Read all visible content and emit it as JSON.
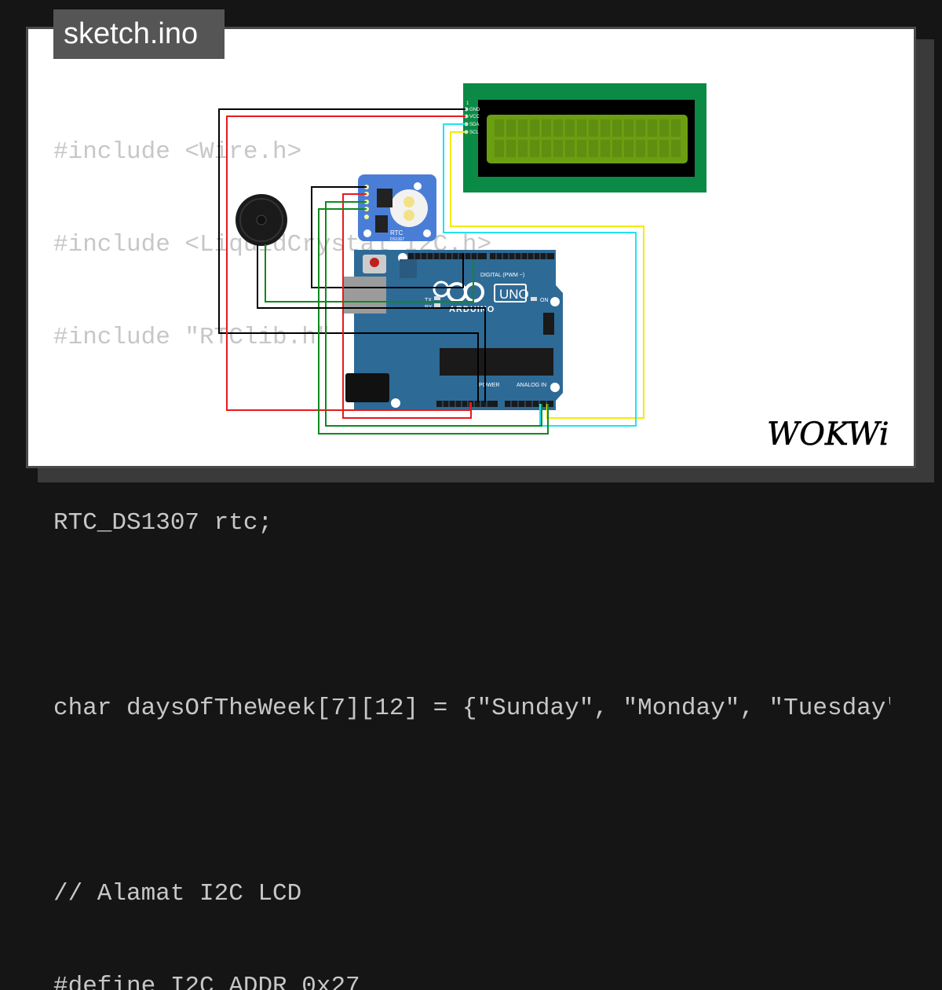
{
  "window": {
    "tab_title": "sketch.ino"
  },
  "code_lines": [
    "#include <Wire.h>",
    "#include <LiquidCrystal_I2C.h>",
    "#include \"RTClib.h\"",
    "",
    "RTC_DS1307 rtc;",
    "",
    "char daysOfTheWeek[7][12] = {\"Sunday\", \"Monday\", \"Tuesday\"",
    "",
    "// Alamat I2C LCD",
    "#define I2C_ADDR 0x27"
  ],
  "lcd": {
    "pins": [
      "GND",
      "VCC",
      "SDA",
      "SCL"
    ]
  },
  "rtc": {
    "label": "RTC",
    "chip": "DS1307"
  },
  "arduino": {
    "brand": "ARDUINO",
    "model": "UNO",
    "digital_label": "DIGITAL (PWM ~)",
    "power_label": "POWER",
    "analog_label": "ANALOG IN",
    "tx": "TX",
    "rx": "RX",
    "on": "ON"
  },
  "brand_logo": "WOKWi",
  "colors": {
    "board": "#2e6a96",
    "lcd_pcb": "#0b8a45",
    "lcd_screen": "#6c9e12",
    "rtc_board": "#4a7ed6",
    "wire_black": "#000000",
    "wire_red": "#e8191e",
    "wire_green": "#0f8a1e",
    "wire_yellow": "#f5ea0a",
    "wire_cyan": "#21e3f2"
  }
}
